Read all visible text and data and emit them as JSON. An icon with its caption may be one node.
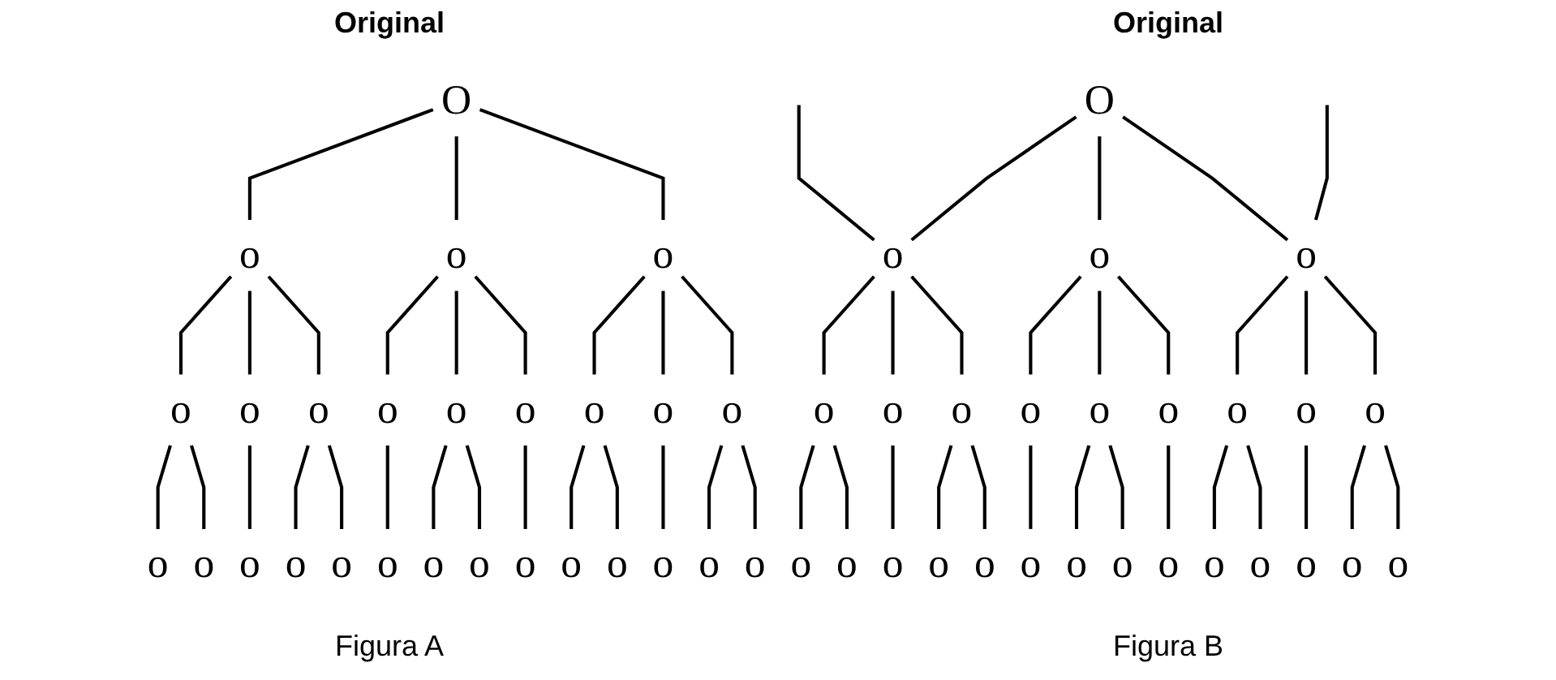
{
  "diagram": {
    "nodes": [
      {
        "text": [
          "O"
        ]
      },
      {
        "text": [
          "o"
        ]
      },
      {
        "text": [
          "o"
        ]
      },
      {
        "text": [
          "o"
        ]
      },
      {
        "text": [
          "o"
        ]
      },
      {
        "text": [
          "o"
        ]
      },
      {
        "text": [
          "o"
        ]
      },
      {
        "text": [
          "o"
        ]
      },
      {
        "text": [
          "o"
        ]
      },
      {
        "text": [
          "o"
        ]
      },
      {
        "text": [
          "o"
        ]
      },
      {
        "text": [
          "o"
        ]
      },
      {
        "text": [
          "o"
        ]
      },
      {
        "text": [
          "o"
        ]
      },
      {
        "text": [
          "o"
        ]
      },
      {
        "text": [
          "o"
        ]
      },
      {
        "text": [
          "o"
        ]
      },
      {
        "text": [
          "o"
        ]
      },
      {
        "text": [
          "o"
        ]
      },
      {
        "text": [
          "o"
        ]
      },
      {
        "text": [
          "o"
        ]
      },
      {
        "text": [
          "o"
        ]
      },
      {
        "text": [
          "o"
        ]
      },
      {
        "text": [
          "o"
        ]
      },
      {
        "text": [
          "o"
        ]
      },
      {
        "text": [
          "o"
        ]
      },
      {
        "text": [
          "o"
        ]
      },
      {
        "text": [
          "O"
        ]
      },
      {
        "text": [
          "o"
        ]
      },
      {
        "text": [
          "o"
        ]
      },
      {
        "text": [
          "o"
        ]
      },
      {
        "text": [
          "o"
        ]
      },
      {
        "text": [
          "o"
        ]
      },
      {
        "text": [
          "o"
        ]
      },
      {
        "text": [
          "o"
        ]
      },
      {
        "text": [
          "o"
        ]
      },
      {
        "text": [
          "o"
        ]
      },
      {
        "text": [
          "o"
        ]
      },
      {
        "text": [
          "o"
        ]
      },
      {
        "text": [
          "o"
        ]
      },
      {
        "text": [
          "o"
        ]
      },
      {
        "text": [
          "o"
        ]
      },
      {
        "text": [
          "o"
        ]
      },
      {
        "text": [
          "o"
        ]
      },
      {
        "text": [
          "o"
        ]
      },
      {
        "text": [
          "o"
        ]
      },
      {
        "text": [
          "o"
        ]
      },
      {
        "text": [
          "o"
        ]
      },
      {
        "text": [
          "o"
        ]
      },
      {
        "text": [
          "o"
        ]
      },
      {
        "text": [
          "o"
        ]
      },
      {
        "text": [
          "o"
        ]
      },
      {
        "text": [
          "o"
        ]
      },
      {
        "text": [
          "o"
        ]
      }
    ],
    "edges": [
      {
        "from": 0,
        "to": 1,
        "arrow": "none"
      },
      {
        "from": 0,
        "to": 2,
        "arrow": "none"
      },
      {
        "from": 0,
        "to": 3,
        "arrow": "none"
      },
      {
        "from": 1,
        "to": 4,
        "arrow": "none"
      },
      {
        "from": 1,
        "to": 5,
        "arrow": "none"
      },
      {
        "from": 1,
        "to": 6,
        "arrow": "none"
      },
      {
        "from": 2,
        "to": 7,
        "arrow": "none"
      },
      {
        "from": 2,
        "to": 8,
        "arrow": "none"
      },
      {
        "from": 2,
        "to": 9,
        "arrow": "none"
      },
      {
        "from": 3,
        "to": 10,
        "arrow": "none"
      },
      {
        "from": 3,
        "to": 11,
        "arrow": "none"
      },
      {
        "from": 3,
        "to": 12,
        "arrow": "none"
      },
      {
        "from": 4,
        "to": 13,
        "arrow": "none"
      },
      {
        "from": 4,
        "to": 14,
        "arrow": "none"
      },
      {
        "from": 5,
        "to": 15,
        "arrow": "none"
      },
      {
        "from": 6,
        "to": 16,
        "arrow": "none"
      },
      {
        "from": 6,
        "to": 17,
        "arrow": "none"
      },
      {
        "from": 7,
        "to": 18,
        "arrow": "none"
      },
      {
        "from": 8,
        "to": 19,
        "arrow": "none"
      },
      {
        "from": 8,
        "to": 20,
        "arrow": "none"
      },
      {
        "from": 9,
        "to": 21,
        "arrow": "none"
      },
      {
        "from": 10,
        "to": 22,
        "arrow": "none"
      },
      {
        "from": 10,
        "to": 23,
        "arrow": "none"
      },
      {
        "from": 11,
        "to": 24,
        "arrow": "none"
      },
      {
        "from": 12,
        "to": 25,
        "arrow": "none"
      },
      {
        "from": 12,
        "to": 26,
        "arrow": "none"
      },
      {
        "from": null,
        "to": 28,
        "arrow": "none"
      },
      {
        "from": 27,
        "to": 28,
        "arrow": "none"
      },
      {
        "from": 27,
        "to": 29,
        "arrow": "none"
      },
      {
        "from": 27,
        "to": 30,
        "arrow": "none"
      },
      {
        "from": null,
        "to": 30,
        "arrow": "none"
      },
      {
        "from": 28,
        "to": 31,
        "arrow": "none"
      },
      {
        "from": 28,
        "to": 32,
        "arrow": "none"
      },
      {
        "from": 28,
        "to": 33,
        "arrow": "none"
      },
      {
        "from": 29,
        "to": 34,
        "arrow": "none"
      },
      {
        "from": 29,
        "to": 35,
        "arrow": "none"
      },
      {
        "from": 29,
        "to": 36,
        "arrow": "none"
      },
      {
        "from": 30,
        "to": 37,
        "arrow": "none"
      },
      {
        "from": 30,
        "to": 38,
        "arrow": "none"
      },
      {
        "from": 30,
        "to": 39,
        "arrow": "none"
      },
      {
        "from": 31,
        "to": 40,
        "arrow": "none"
      },
      {
        "from": 31,
        "to": 41,
        "arrow": "none"
      },
      {
        "from": 32,
        "to": 42,
        "arrow": "none"
      },
      {
        "from": 33,
        "to": 43,
        "arrow": "none"
      },
      {
        "from": 33,
        "to": 44,
        "arrow": "none"
      },
      {
        "from": 34,
        "to": 45,
        "arrow": "none"
      },
      {
        "from": 35,
        "to": 46,
        "arrow": "none"
      },
      {
        "from": 35,
        "to": 47,
        "arrow": "none"
      },
      {
        "from": 36,
        "to": 48,
        "arrow": "none"
      },
      {
        "from": 37,
        "to": 49,
        "arrow": "none"
      },
      {
        "from": 37,
        "to": 50,
        "arrow": "none"
      },
      {
        "from": 38,
        "to": 51,
        "arrow": "none"
      },
      {
        "from": 39,
        "to": 52,
        "arrow": "none"
      },
      {
        "from": 39,
        "to": 53,
        "arrow": "none"
      }
    ],
    "labels": [
      "Original",
      "Original",
      "Figura A",
      "Figura B"
    ]
  }
}
